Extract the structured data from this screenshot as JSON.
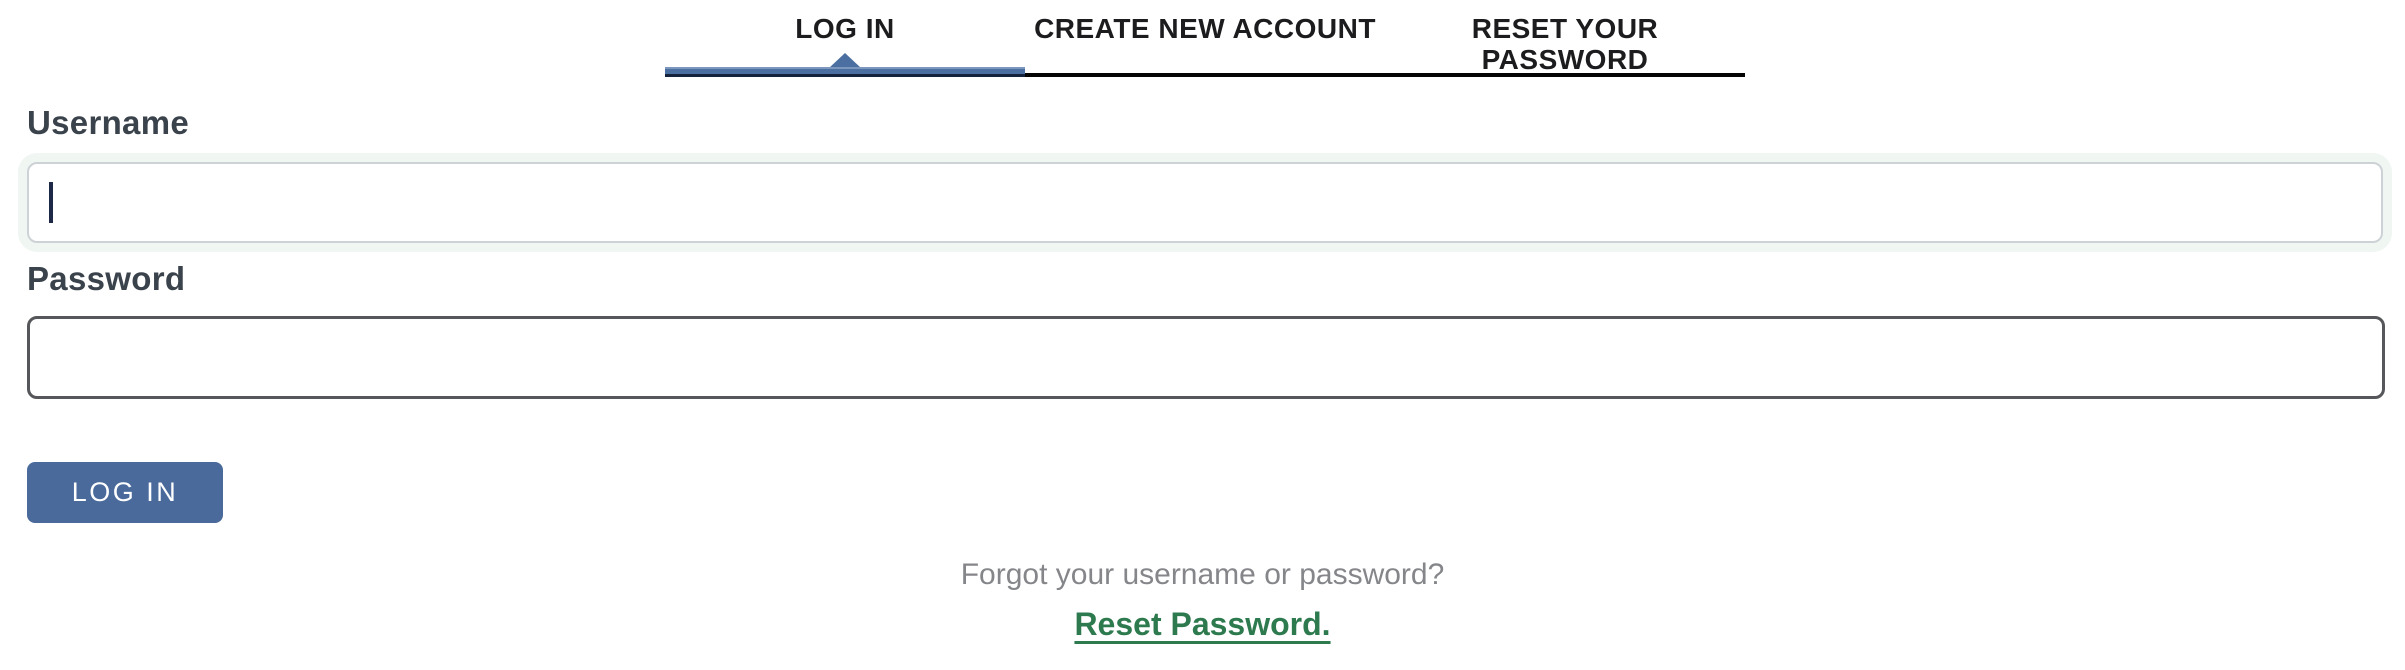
{
  "page": {
    "background_color": "#ffffff"
  },
  "tabs": {
    "items": [
      {
        "label": "LOG IN",
        "active": true
      },
      {
        "label": "CREATE NEW ACCOUNT",
        "active": false
      },
      {
        "label": "RESET YOUR PASSWORD",
        "active": false
      }
    ],
    "active_indicator_color": "#4b6fa0",
    "active_indicator_edge_color": "#15223c",
    "inactive_underline_color": "#040404",
    "label_color": "#1c1c1e"
  },
  "form": {
    "username": {
      "label": "Username",
      "value": "",
      "focused": true
    },
    "password": {
      "label": "Password",
      "value": ""
    },
    "submit_button": {
      "label": "LOG IN",
      "background_color": "#4a6a9b",
      "text_color": "#ffffff"
    }
  },
  "footer": {
    "prompt": "Forgot your username or password?",
    "prompt_color": "#85868a",
    "link": {
      "label": "Reset Password.",
      "color": "#2e7a4f"
    }
  }
}
